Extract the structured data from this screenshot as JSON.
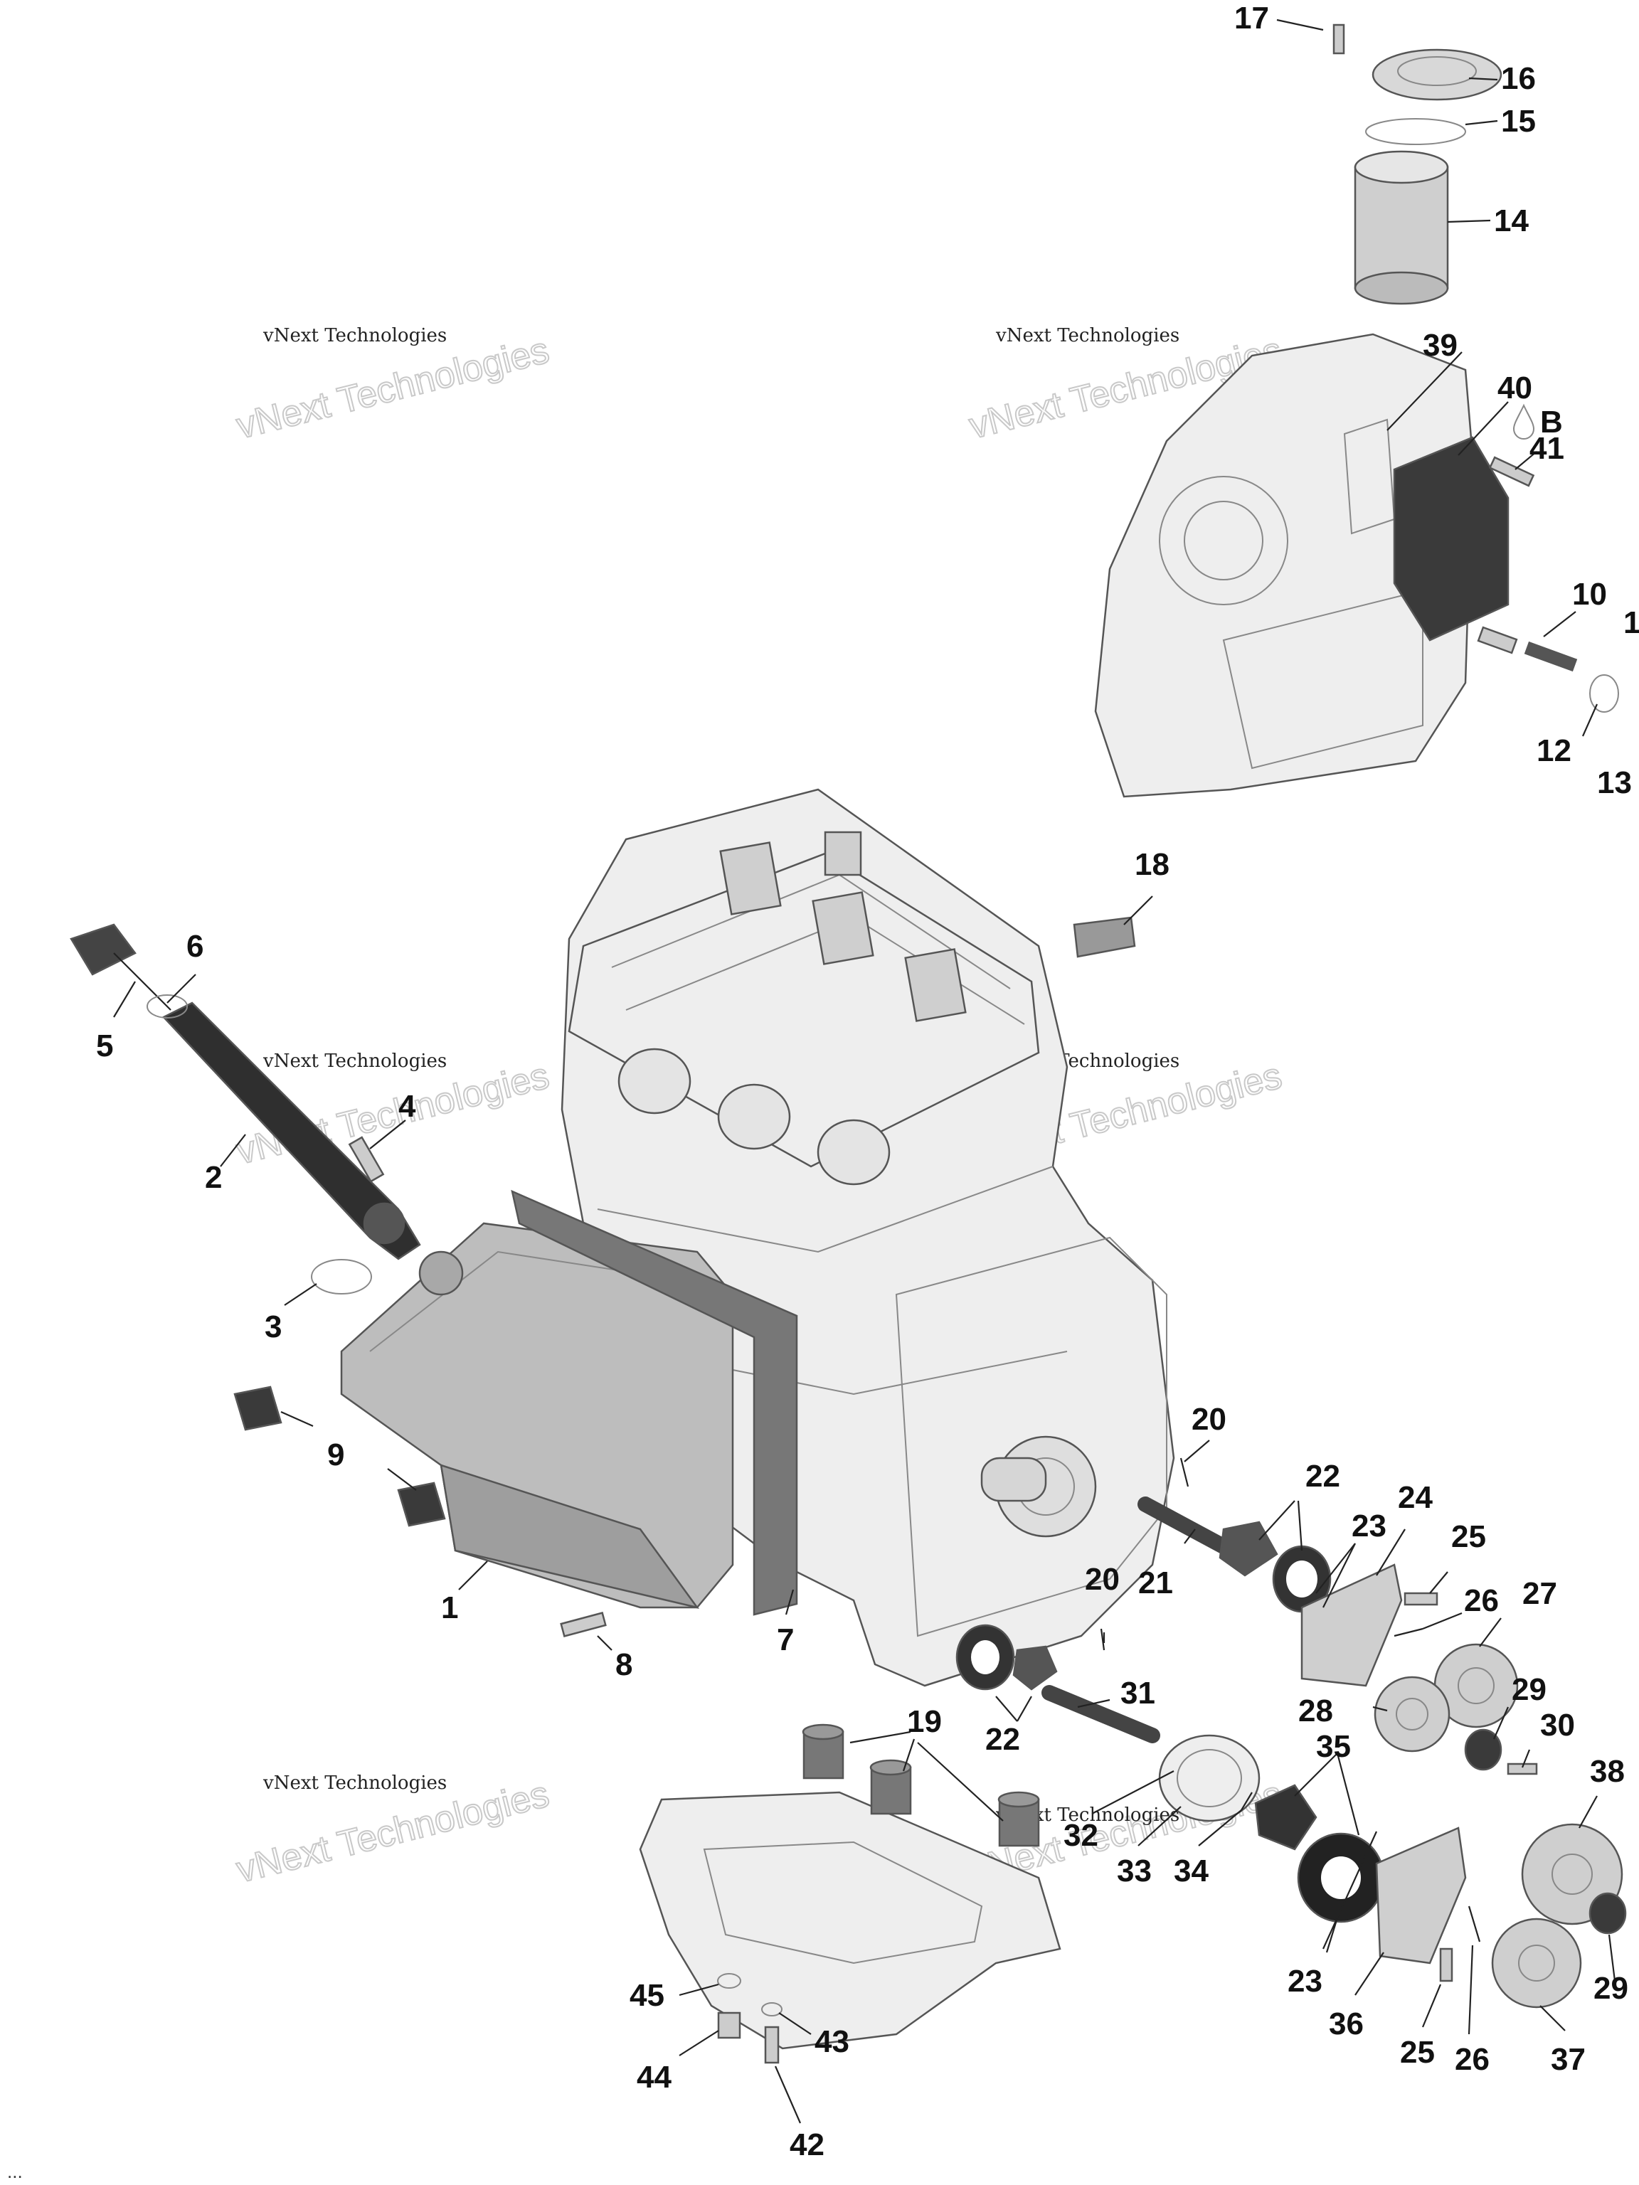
{
  "callouts": [
    {
      "id": "c1",
      "text": "1"
    },
    {
      "id": "c2",
      "text": "2"
    },
    {
      "id": "c3",
      "text": "3"
    },
    {
      "id": "c4",
      "text": "4"
    },
    {
      "id": "c5",
      "text": "5"
    },
    {
      "id": "c6",
      "text": "6"
    },
    {
      "id": "c7",
      "text": "7"
    },
    {
      "id": "c8",
      "text": "8"
    },
    {
      "id": "c9",
      "text": "9"
    },
    {
      "id": "c10",
      "text": "10"
    },
    {
      "id": "c11",
      "text": "1"
    },
    {
      "id": "c12",
      "text": "12"
    },
    {
      "id": "c13",
      "text": "13"
    },
    {
      "id": "c14",
      "text": "14"
    },
    {
      "id": "c15",
      "text": "15"
    },
    {
      "id": "c16",
      "text": "16"
    },
    {
      "id": "c17",
      "text": "17"
    },
    {
      "id": "c18",
      "text": "18"
    },
    {
      "id": "c19",
      "text": "19"
    },
    {
      "id": "c20a",
      "text": "20"
    },
    {
      "id": "c20b",
      "text": "20"
    },
    {
      "id": "c21",
      "text": "21"
    },
    {
      "id": "c22a",
      "text": "22"
    },
    {
      "id": "c22b",
      "text": "22"
    },
    {
      "id": "c23a",
      "text": "23"
    },
    {
      "id": "c23b",
      "text": "23"
    },
    {
      "id": "c24",
      "text": "24"
    },
    {
      "id": "c25a",
      "text": "25"
    },
    {
      "id": "c25b",
      "text": "25"
    },
    {
      "id": "c26a",
      "text": "26"
    },
    {
      "id": "c26b",
      "text": "26"
    },
    {
      "id": "c27",
      "text": "27"
    },
    {
      "id": "c28",
      "text": "28"
    },
    {
      "id": "c29a",
      "text": "29"
    },
    {
      "id": "c29b",
      "text": "29"
    },
    {
      "id": "c30",
      "text": "30"
    },
    {
      "id": "c31",
      "text": "31"
    },
    {
      "id": "c32",
      "text": "32"
    },
    {
      "id": "c33",
      "text": "33"
    },
    {
      "id": "c34",
      "text": "34"
    },
    {
      "id": "c35",
      "text": "35"
    },
    {
      "id": "c36",
      "text": "36"
    },
    {
      "id": "c37",
      "text": "37"
    },
    {
      "id": "c38",
      "text": "38"
    },
    {
      "id": "c39",
      "text": "39"
    },
    {
      "id": "c40",
      "text": "40"
    },
    {
      "id": "c41",
      "text": "41"
    },
    {
      "id": "c42",
      "text": "42"
    },
    {
      "id": "c43",
      "text": "43"
    },
    {
      "id": "c44",
      "text": "44"
    },
    {
      "id": "c45",
      "text": "45"
    }
  ],
  "symbol_label": "B",
  "watermark": {
    "line1": "vNext Technologies",
    "line2": "vNext Technologies"
  },
  "footer_text": "...",
  "colors": {
    "ink": "#111111",
    "part_light": "#eeeeee",
    "part_mid": "#cfcfcf",
    "part_dark": "#3a3a3a",
    "watermark": "#c9c9c9"
  }
}
